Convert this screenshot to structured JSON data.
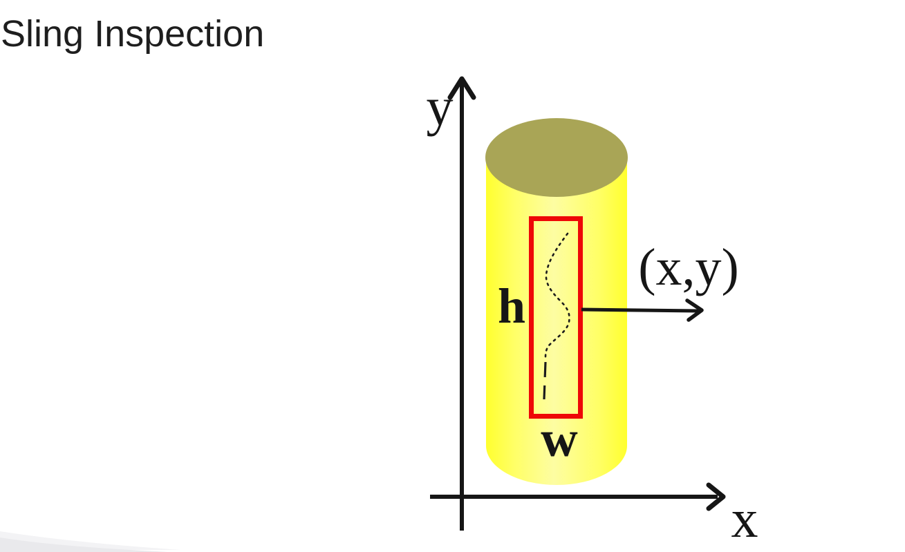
{
  "slide": {
    "title": "Sling Inspection"
  },
  "diagram": {
    "y_axis_label": "y",
    "x_axis_label": "x",
    "height_label": "h",
    "width_label": "w",
    "point_label": "(x,y)",
    "colors": {
      "ink": "#161616",
      "defect_box": "#ee0707",
      "crack": "#1c1c1c",
      "cylinder_top": "#a9a556",
      "cylinder_edge": "#ffff2e",
      "cylinder_mid": "#ffff66",
      "cylinder_highlight": "#fdfda2",
      "corner_accent_light": "#f3f3f5",
      "corner_accent": "#e9e9ec"
    }
  }
}
